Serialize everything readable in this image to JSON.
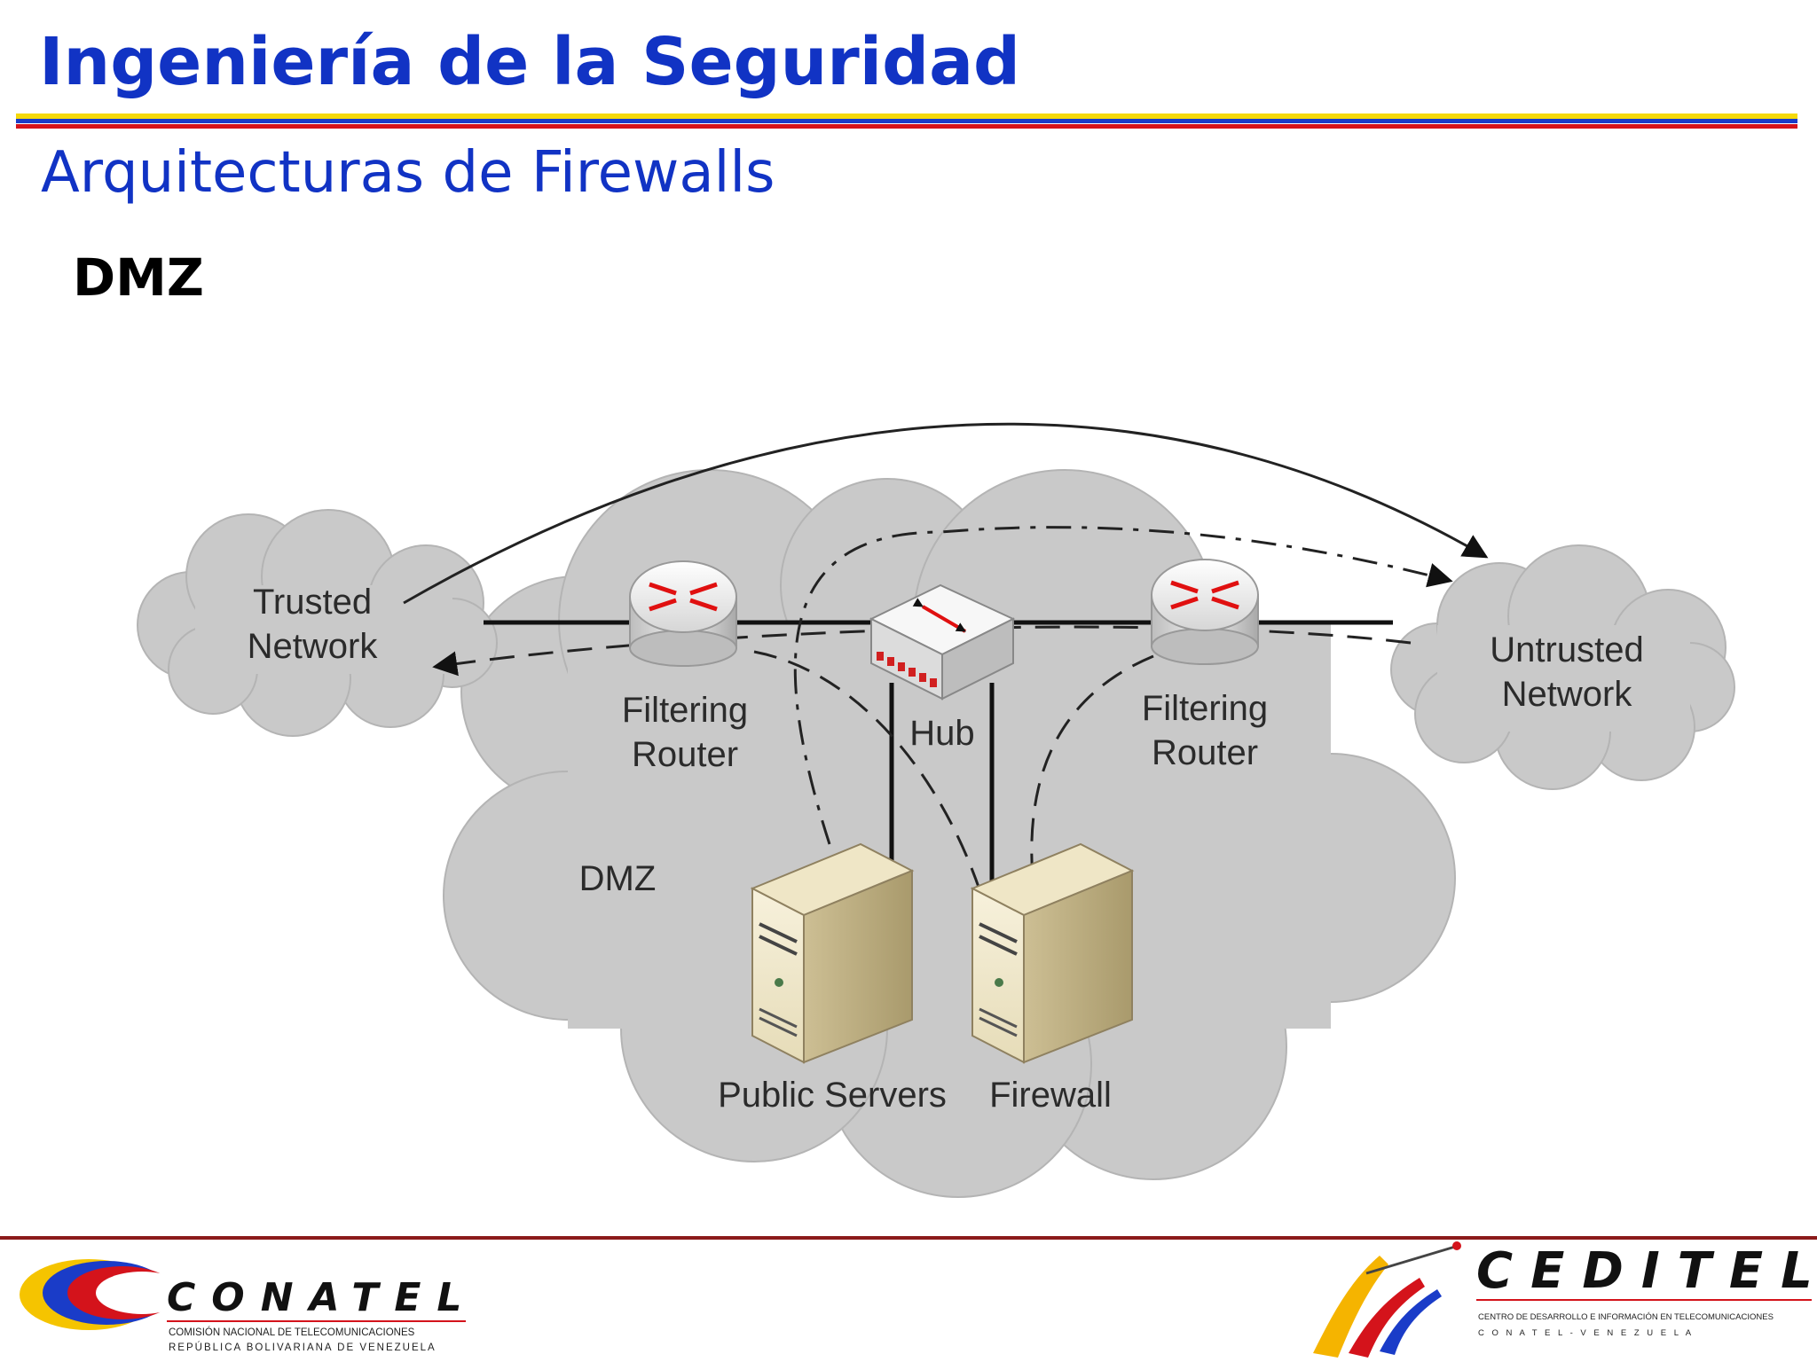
{
  "slide": {
    "title": "Ingeniería de la Seguridad",
    "subtitle": "Arquitecturas de Firewalls",
    "heading": "DMZ"
  },
  "diagram": {
    "trusted_label": [
      "Trusted",
      "Network"
    ],
    "untrusted_label": [
      "Untrusted",
      "Network"
    ],
    "router_left_label": [
      "Filtering",
      "Router"
    ],
    "router_right_label": [
      "Filtering",
      "Router"
    ],
    "hub_label": "Hub",
    "dmz_label": "DMZ",
    "public_servers_label": "Public Servers",
    "firewall_label": "Firewall"
  },
  "footer": {
    "left_logo": {
      "name": "CONATEL",
      "line1": "COMISIÓN NACIONAL DE TELECOMUNICACIONES",
      "line2": "REPÚBLICA BOLIVARIANA DE VENEZUELA"
    },
    "right_logo": {
      "name": "CEDITEL",
      "line1": "CENTRO DE DESARROLLO E INFORMACIÓN EN TELECOMUNICACIONES",
      "line2": "C O N A T E L   -   V E N E Z U E L A"
    }
  },
  "colors": {
    "title_blue": "#1133c4",
    "stripe_yellow": "#f5d90a",
    "stripe_blue": "#1a3cc8",
    "stripe_red": "#d4131b",
    "cloud_gray": "#c8c8c8",
    "router_arrow_red": "#e01010",
    "footer_line": "#8b1a1a"
  }
}
